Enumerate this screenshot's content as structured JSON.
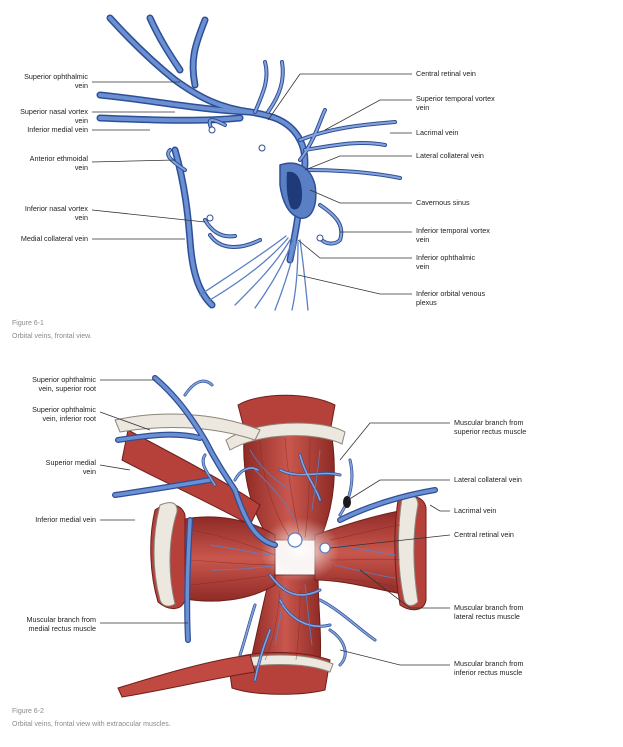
{
  "figure1": {
    "number": "Figure 6-1",
    "caption": "Orbital veins, frontal view.",
    "labels": {
      "superior_ophthalmic_vein_1": "Superior ophthalmic",
      "superior_ophthalmic_vein_2": "vein",
      "superior_nasal_vortex_1": "Superior nasal vortex",
      "superior_nasal_vortex_2": "vein",
      "inferior_medial_vein": "Inferior medial vein",
      "anterior_ethmoidal_1": "Anterior ethmoidal",
      "anterior_ethmoidal_2": "vein",
      "inferior_nasal_vortex_1": "Inferior nasal vortex",
      "inferior_nasal_vortex_2": "vein",
      "medial_collateral_vein": "Medial collateral vein",
      "central_retinal_vein": "Central retinal vein",
      "superior_temporal_vortex_1": "Superior temporal vortex",
      "superior_temporal_vortex_2": "vein",
      "lacrimal_vein": "Lacrimal vein",
      "lateral_collateral_vein": "Lateral collateral vein",
      "cavernous_sinus": "Cavernous sinus",
      "inferior_temporal_vortex_1": "Inferior temporal vortex",
      "inferior_temporal_vortex_2": "vein",
      "inferior_ophthalmic_1": "Inferior ophthalmic",
      "inferior_ophthalmic_2": "vein",
      "inferior_orbital_plexus_1": "Inferior orbital venous",
      "inferior_orbital_plexus_2": "plexus"
    }
  },
  "figure2": {
    "number": "Figure 6-2",
    "caption": "Orbital veins, frontal view with extraocular muscles.",
    "labels": {
      "sov_superior_root_1": "Superior ophthalmic",
      "sov_superior_root_2": "vein, superior root",
      "sov_inferior_root_1": "Superior ophthalmic",
      "sov_inferior_root_2": "vein, inferior root",
      "superior_medial_vein_1": "Superior medial",
      "superior_medial_vein_2": "vein",
      "inferior_medial_vein": "Inferior medial vein",
      "muscular_medial_1": "Muscular branch from",
      "muscular_medial_2": "medial rectus muscle",
      "muscular_superior_1": "Muscular branch from",
      "muscular_superior_2": "superior rectus muscle",
      "lateral_collateral_vein": "Lateral collateral vein",
      "lacrimal_vein": "Lacrimal vein",
      "central_retinal_vein": "Central retinal vein",
      "muscular_lateral_1": "Muscular branch from",
      "muscular_lateral_2": "lateral rectus muscle",
      "muscular_inferior_1": "Muscular branch from",
      "muscular_inferior_2": "inferior rectus muscle"
    }
  },
  "colors": {
    "vein": "#5b7fc4",
    "vein_light": "#9fb8e6",
    "vein_dark": "#2e4f96",
    "muscle": "#b5413a",
    "muscle_light": "#d98a80",
    "tendon": "#e9e4dc",
    "leader": "#333333"
  }
}
